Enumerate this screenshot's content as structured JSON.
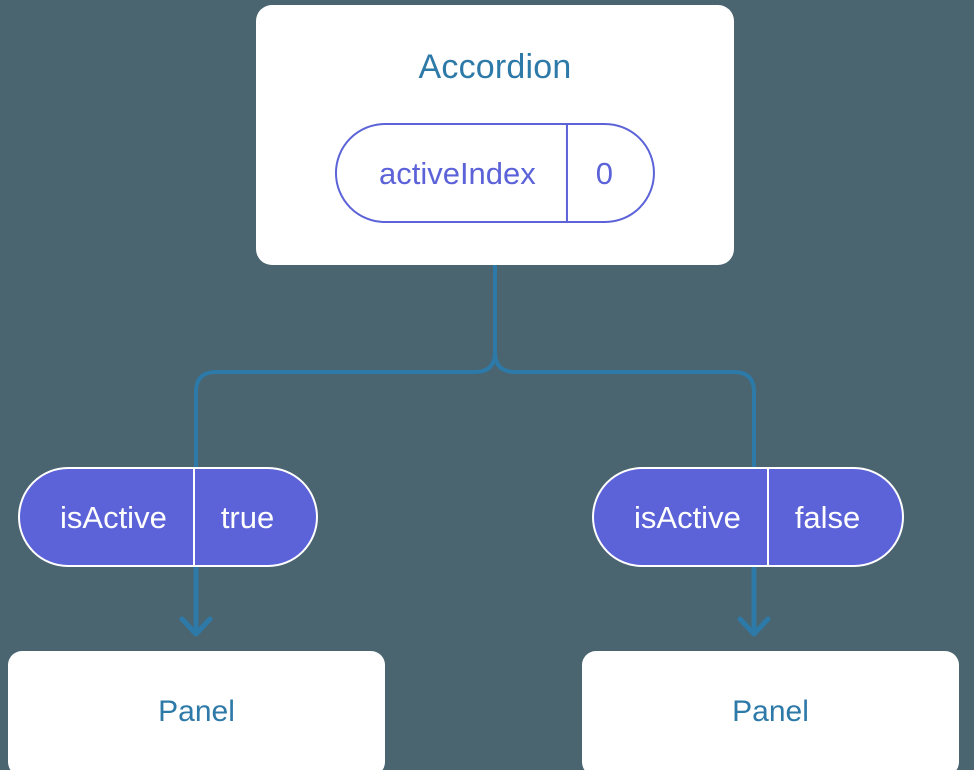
{
  "diagram": {
    "background_color": "#4a6570",
    "accent_blue": "#2d79a8",
    "accent_purple": "#5c63d8",
    "card_background": "#ffffff",
    "parent": {
      "title": "Accordion",
      "prop": {
        "key": "activeIndex",
        "value": "0"
      }
    },
    "branches": [
      {
        "prop": {
          "key": "isActive",
          "value": "true"
        },
        "child": {
          "title": "Panel"
        }
      },
      {
        "prop": {
          "key": "isActive",
          "value": "false"
        },
        "child": {
          "title": "Panel"
        }
      }
    ]
  }
}
